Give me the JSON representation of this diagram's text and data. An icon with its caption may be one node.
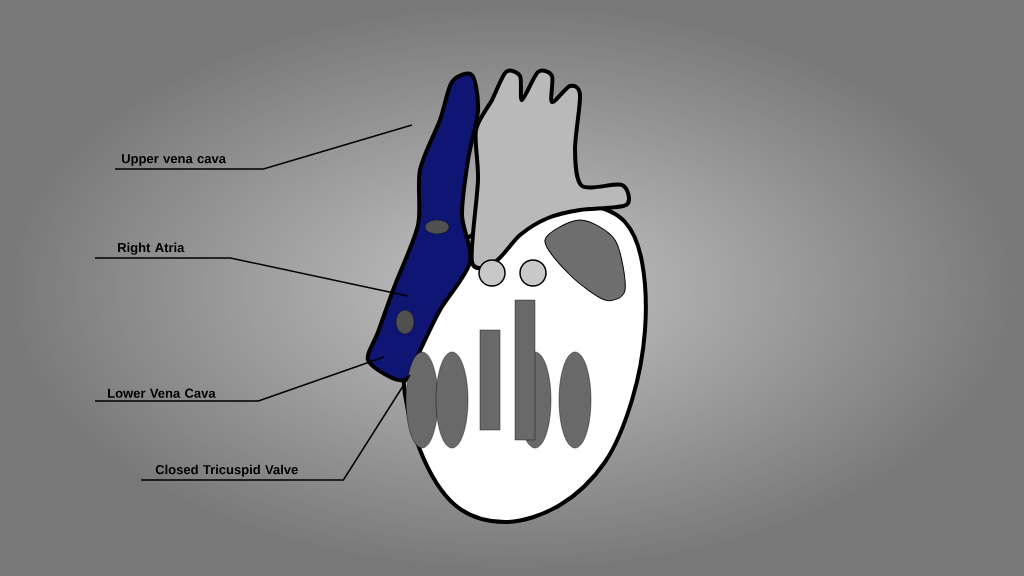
{
  "diagram": {
    "nodes": [
      {
        "text": [
          "Upper vena cava"
        ]
      },
      {
        "text": [
          "Right Atria"
        ]
      },
      {
        "text": [
          "Lower Vena Cava"
        ]
      },
      {
        "text": [
          "Closed Tricuspid Valve"
        ]
      }
    ],
    "edges": [
      {
        "from": 0,
        "to": null,
        "arrow": "none"
      },
      {
        "from": 1,
        "to": null,
        "arrow": "none"
      },
      {
        "from": 2,
        "to": null,
        "arrow": "none"
      },
      {
        "from": 3,
        "to": null,
        "arrow": "none"
      }
    ]
  }
}
